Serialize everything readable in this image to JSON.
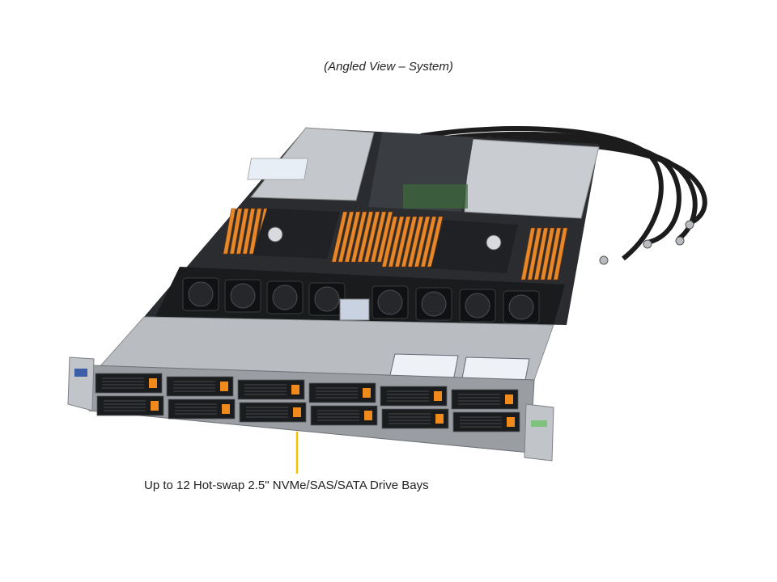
{
  "captions": {
    "view": "(Angled View – System)",
    "drive_bays": "Up to 12 Hot-swap 2.5\" NVMe/SAS/SATA Drive Bays"
  },
  "colors": {
    "chassis": "#b9bcc0",
    "chassis_dark": "#7c8085",
    "dimm_orange": "#e8862a",
    "drive_tab_orange": "#f08a1c",
    "callout_line": "#f2c200",
    "hose": "#1c1c1c"
  },
  "drive_bays": {
    "rows": 2,
    "columns": 6,
    "count": 12
  },
  "fans": {
    "count": 8
  },
  "coolant_hoses": {
    "count": 4
  }
}
